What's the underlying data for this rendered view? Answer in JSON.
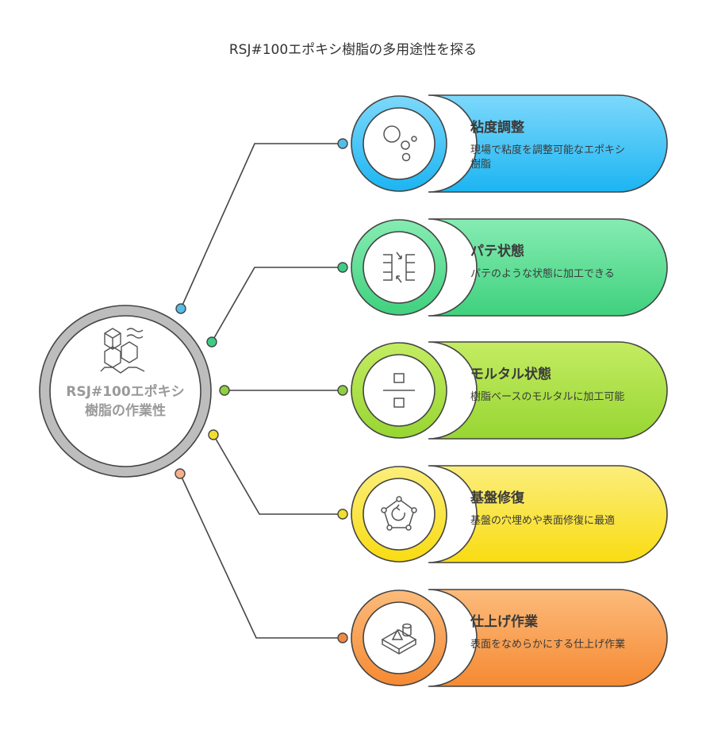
{
  "title": "RSJ#100エポキシ樹脂の多用途性を探る",
  "hub": {
    "label": "RSJ#100エポキシ樹脂の作業性",
    "icon": "resin-blocks-icon"
  },
  "items": [
    {
      "title": "粘度調整",
      "desc": "現場で粘度を調整可能なエポキシ樹脂",
      "icon": "bubbles-icon",
      "color_top": "#7dd8fb",
      "color_bottom": "#1cb5f2",
      "dot": "#54bde8"
    },
    {
      "title": "パテ状態",
      "desc": "パテのような状態に加工できる",
      "icon": "layer-compress-icon",
      "color_top": "#86ecb2",
      "color_bottom": "#3fd17e",
      "dot": "#3ecc84"
    },
    {
      "title": "モルタル状態",
      "desc": "樹脂ベースのモルタルに加工可能",
      "icon": "divide-icon",
      "color_top": "#c4ec62",
      "color_bottom": "#97d632",
      "dot": "#8fd03f"
    },
    {
      "title": "基盤修復",
      "desc": "基盤の穴埋めや表面修復に最適",
      "icon": "repair-pentagon-icon",
      "color_top": "#fbee7c",
      "color_bottom": "#f9dc12",
      "dot": "#f2df2d"
    },
    {
      "title": "仕上げ作業",
      "desc": "表面をなめらかにする仕上げ作業",
      "icon": "finishing-shapes-icon",
      "color_top": "#fcbb7b",
      "color_bottom": "#f58a33",
      "dot": "#ef8a45"
    }
  ]
}
